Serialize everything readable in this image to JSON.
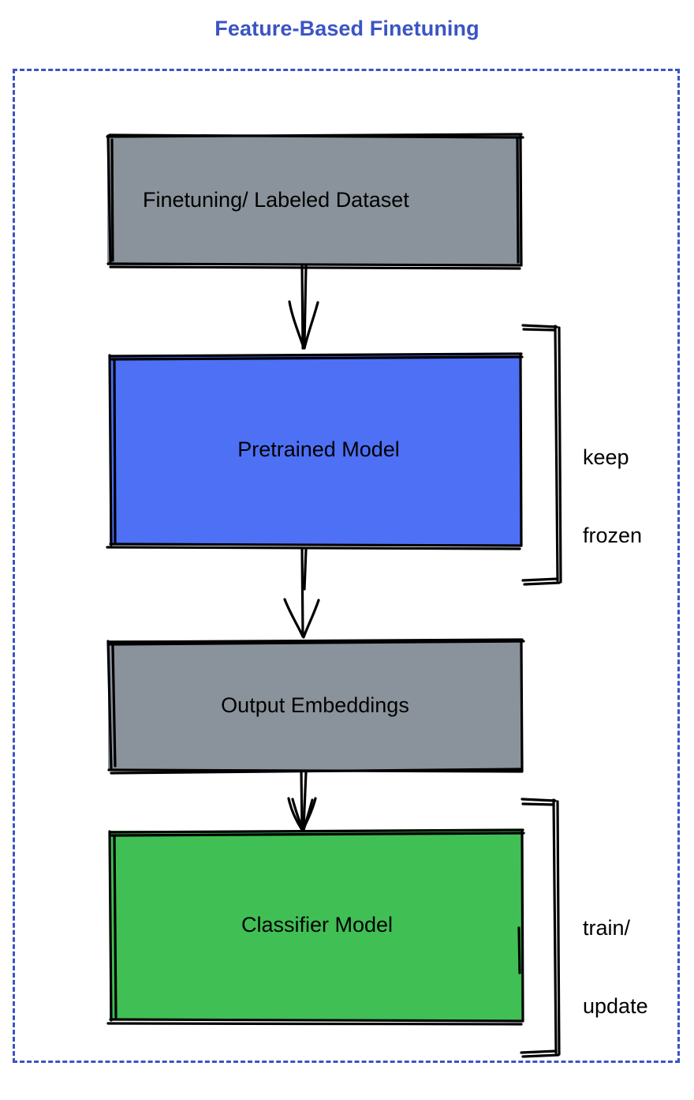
{
  "title": "Feature-Based Finetuning",
  "colors": {
    "title": "#3b54c4",
    "frame_border": "#3b54c4",
    "dataset_fill": "#8a929b",
    "pretrained_fill": "#4d70f5",
    "embeddings_fill": "#8a929b",
    "classifier_fill": "#40bf55",
    "stroke": "#000000",
    "background": "#ffffff"
  },
  "nodes": [
    {
      "id": "dataset",
      "label": "Finetuning/ Labeled Dataset",
      "fill": "#8a929b"
    },
    {
      "id": "pretrained",
      "label": "Pretrained Model",
      "fill": "#4d70f5"
    },
    {
      "id": "embeddings",
      "label": "Output Embeddings",
      "fill": "#8a929b"
    },
    {
      "id": "classifier",
      "label": "Classifier Model",
      "fill": "#40bf55"
    }
  ],
  "edges": [
    {
      "id": "edge-dataset-to-pretrained",
      "from": "dataset",
      "to": "pretrained",
      "style": "sketch-arrow-down"
    },
    {
      "id": "edge-pretrained-to-embeddings",
      "from": "pretrained",
      "to": "embeddings",
      "style": "sketch-arrow-down"
    },
    {
      "id": "edge-embeddings-to-classifier",
      "from": "embeddings",
      "to": "classifier",
      "style": "sketch-arrow-down"
    }
  ],
  "annotations": [
    {
      "id": "keep-frozen",
      "line1": "keep",
      "line2": "frozen",
      "brackets": "pretrained"
    },
    {
      "id": "train-update",
      "line1": "train/",
      "line2": "update",
      "brackets": "classifier"
    }
  ],
  "annotation_text": {
    "keep_frozen_line1": "keep",
    "keep_frozen_line2": "frozen",
    "train_update_line1": "train/",
    "train_update_line2": "update"
  },
  "frame": {
    "style": "dashed",
    "label": ""
  }
}
